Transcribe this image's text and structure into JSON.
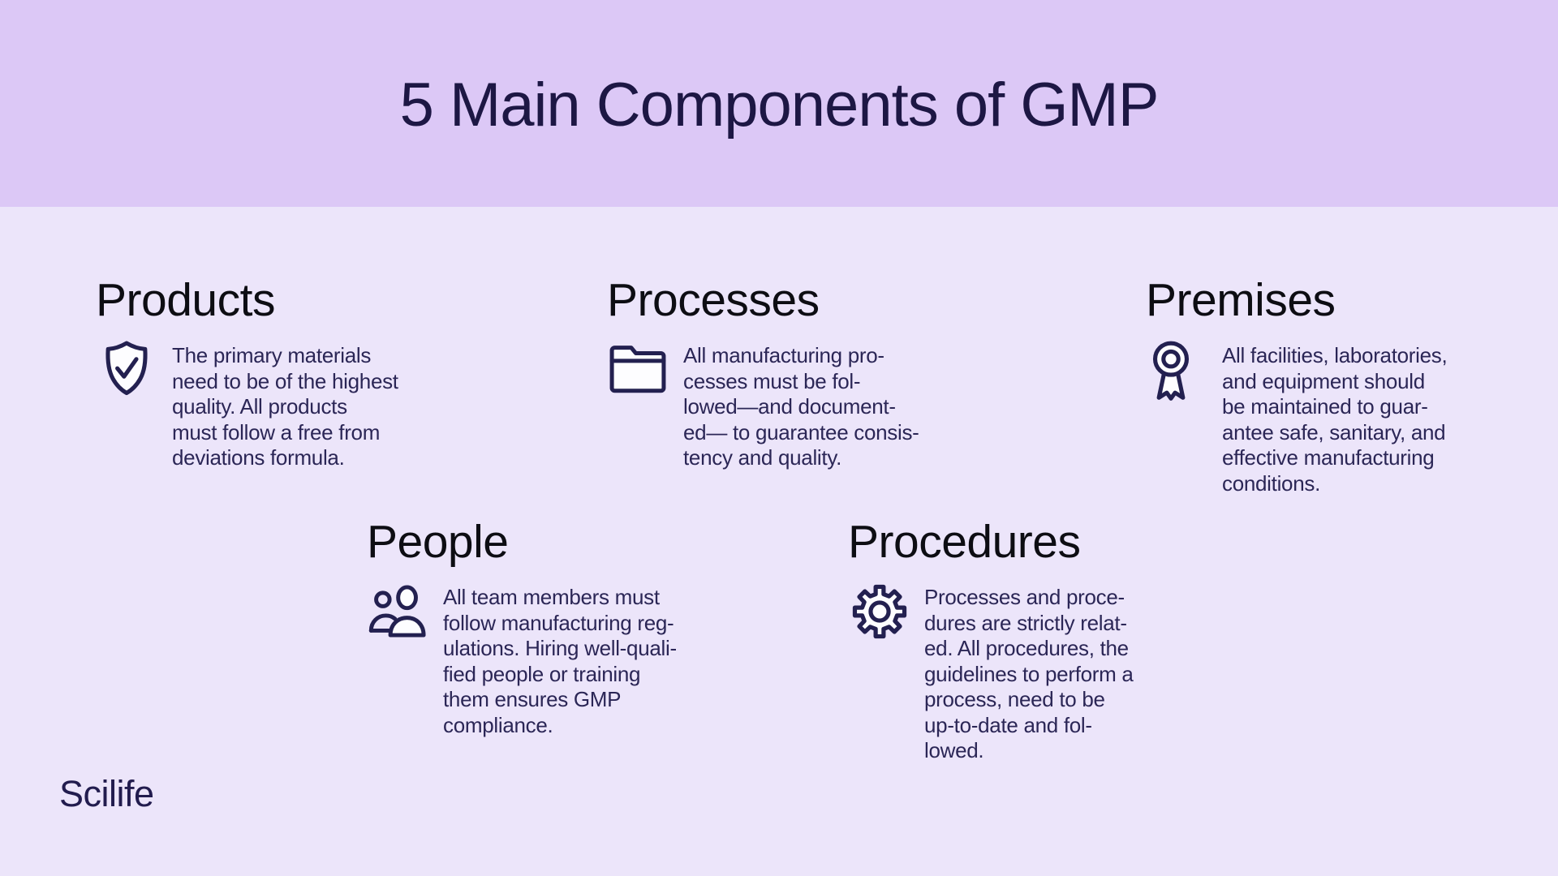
{
  "title": "5 Main Components of GMP",
  "brand": {
    "logo_text": "Scilife"
  },
  "colors": {
    "banner": "#dcc8f6",
    "background": "#ece5fa",
    "title_text": "#1d1744",
    "heading_text": "#0d0d13",
    "body_text": "#2b2656",
    "icon_stroke": "#232050"
  },
  "sections": [
    {
      "label": "Products",
      "icon": "shield-check-icon",
      "description": "The primary materials\nneed to be of the highest\nquality. All products\nmust follow a free from\ndeviations formula."
    },
    {
      "label": "Processes",
      "icon": "folder-icon",
      "description": "All manufacturing pro-\ncesses must be fol-\nlowed—and document-\ned— to guarantee consis-\ntency and quality."
    },
    {
      "label": "Premises",
      "icon": "award-ribbon-icon",
      "description": "All facilities, laboratories,\nand equipment should\nbe maintained to guar-\nantee safe, sanitary, and\neffective manufacturing\nconditions."
    },
    {
      "label": "People",
      "icon": "people-icon",
      "description": "All team members must\nfollow manufacturing reg-\nulations. Hiring well-quali-\nfied people or training\nthem ensures GMP\ncompliance."
    },
    {
      "label": "Procedures",
      "icon": "gear-icon",
      "description": "Processes and proce-\ndures are strictly relat-\ned. All procedures, the\nguidelines to perform a\nprocess, need to be\nup-to-date and fol-\nlowed."
    }
  ]
}
